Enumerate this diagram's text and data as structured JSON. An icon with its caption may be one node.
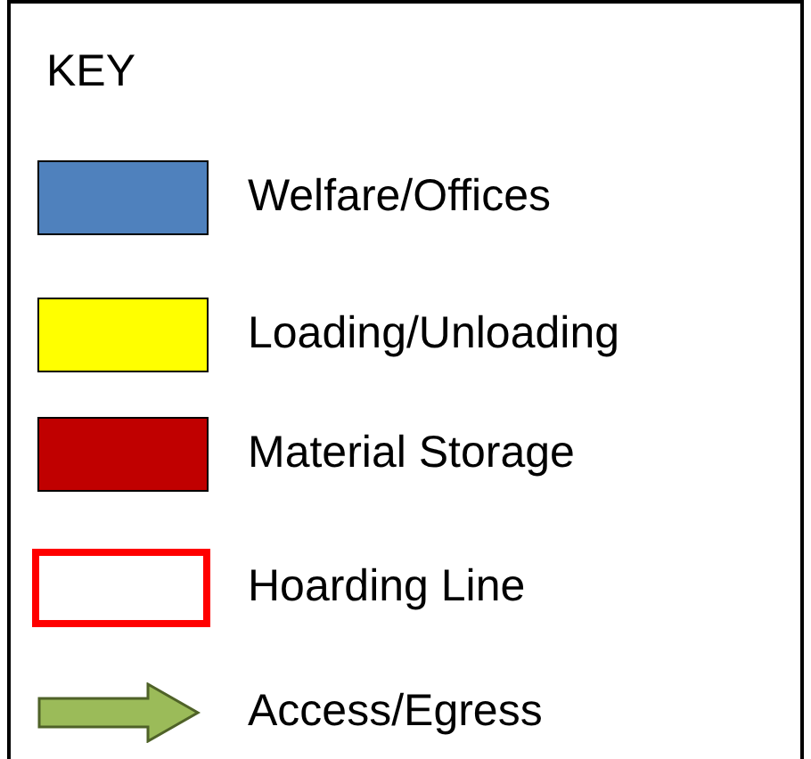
{
  "diagram": {
    "title": "KEY",
    "legend": [
      {
        "text": "Welfare/Offices",
        "color": "#4f81bd"
      },
      {
        "text": "Loading/Unloading",
        "color": "#ffff00"
      },
      {
        "text": "Material Storage",
        "color": "#c00000"
      },
      {
        "text": "Hoarding Line"
      },
      {
        "text": "Access/Egress"
      }
    ]
  }
}
